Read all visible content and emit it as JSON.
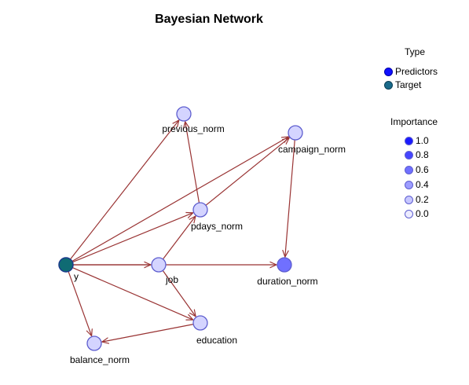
{
  "title": "Bayesian Network",
  "colors": {
    "edge": "#993333",
    "node_stroke": "#5e5ecf",
    "target_fill": "#0f6b73",
    "target_stroke": "#1b3a8c",
    "predictors_swatch": "#1010ff",
    "target_swatch": "#1a6a8a"
  },
  "legend": {
    "type_title": "Type",
    "type_items": [
      {
        "label": "Predictors",
        "color": "#1010ff"
      },
      {
        "label": "Target",
        "color": "#1a6a8a"
      }
    ],
    "importance_title": "Importance",
    "importance_items": [
      {
        "label": "1.0",
        "color": "#1a1aff"
      },
      {
        "label": "0.8",
        "color": "#4545ff"
      },
      {
        "label": "0.6",
        "color": "#7070ff"
      },
      {
        "label": "0.4",
        "color": "#9d9dff"
      },
      {
        "label": "0.2",
        "color": "#c7c7ff"
      },
      {
        "label": "0.0",
        "color": "#ececff"
      }
    ]
  },
  "nodes": [
    {
      "id": "y",
      "label": "y",
      "type": "target",
      "importance": null
    },
    {
      "id": "previous_norm",
      "label": "previous_norm",
      "type": "predictor",
      "importance": 0.2
    },
    {
      "id": "campaign_norm",
      "label": "campaign_norm",
      "type": "predictor",
      "importance": 0.2
    },
    {
      "id": "pdays_norm",
      "label": "pdays_norm",
      "type": "predictor",
      "importance": 0.2
    },
    {
      "id": "job",
      "label": "job",
      "type": "predictor",
      "importance": 0.2
    },
    {
      "id": "duration_norm",
      "label": "duration_norm",
      "type": "predictor",
      "importance": 0.6
    },
    {
      "id": "education",
      "label": "education",
      "type": "predictor",
      "importance": 0.2
    },
    {
      "id": "balance_norm",
      "label": "balance_norm",
      "type": "predictor",
      "importance": 0.2
    }
  ],
  "edges": [
    {
      "from": "y",
      "to": "previous_norm"
    },
    {
      "from": "y",
      "to": "campaign_norm"
    },
    {
      "from": "y",
      "to": "pdays_norm"
    },
    {
      "from": "y",
      "to": "job"
    },
    {
      "from": "y",
      "to": "duration_norm"
    },
    {
      "from": "y",
      "to": "education"
    },
    {
      "from": "y",
      "to": "balance_norm"
    },
    {
      "from": "pdays_norm",
      "to": "previous_norm"
    },
    {
      "from": "pdays_norm",
      "to": "campaign_norm"
    },
    {
      "from": "job",
      "to": "pdays_norm"
    },
    {
      "from": "job",
      "to": "education"
    },
    {
      "from": "campaign_norm",
      "to": "duration_norm"
    },
    {
      "from": "education",
      "to": "balance_norm"
    }
  ]
}
